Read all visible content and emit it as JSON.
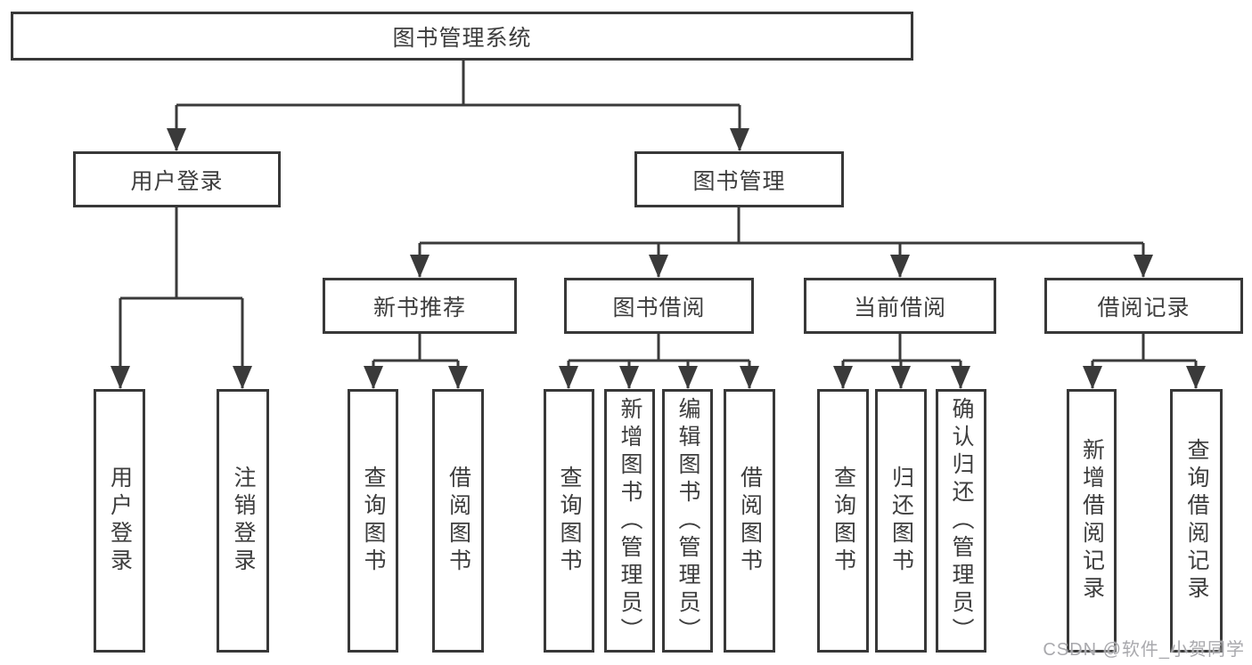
{
  "watermark": "CSDN @软件_小贺同学",
  "colors": {
    "line": "#3a3a3a",
    "border": "#383838",
    "text": "#3d3d3d",
    "watermark_text": "#a9a9ad",
    "background": "#ffffff"
  },
  "tree": {
    "root": "图书管理系统",
    "branches": [
      {
        "label": "用户登录",
        "leaves": [
          "用户登录",
          "注销登录"
        ]
      },
      {
        "label": "图书管理",
        "groups": [
          {
            "label": "新书推荐",
            "leaves": [
              "查询图书",
              "借阅图书"
            ]
          },
          {
            "label": "图书借阅",
            "leaves": [
              "查询图书",
              "新增图书（管理员）",
              "编辑图书（管理员）",
              "借阅图书"
            ]
          },
          {
            "label": "当前借阅",
            "leaves": [
              "查询图书",
              "归还图书",
              "确认归还（管理员）"
            ]
          },
          {
            "label": "借阅记录",
            "leaves": [
              "新增借阅记录",
              "查询借阅记录"
            ]
          }
        ]
      }
    ]
  }
}
